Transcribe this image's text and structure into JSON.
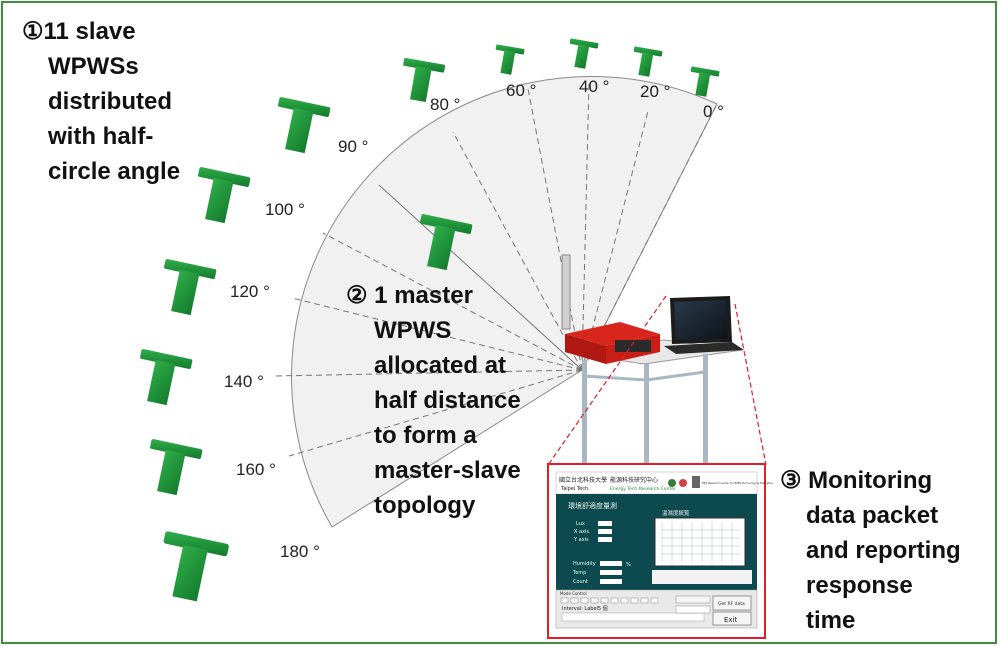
{
  "captions": {
    "slaves": [
      "①11 slave",
      "WPWSs",
      "distributed",
      "with half-",
      "circle angle"
    ],
    "master": [
      "② 1 master",
      "WPWS",
      "allocated at",
      "half distance",
      "to form a",
      "master-slave",
      "topology"
    ],
    "monitor": [
      "③ Monitoring",
      "data packet",
      "and reporting",
      "response",
      "time"
    ]
  },
  "angle_labels": [
    "0 °",
    "20 °",
    "40 °",
    "60 °",
    "80 °",
    "90 °",
    "100 °",
    "120 °",
    "140 °",
    "160 °",
    "180 °"
  ],
  "gui": {
    "logo_line1": "國立台北科技大學",
    "logo_line2": "Taipei Tech.",
    "center_line1": "能源科技研究中心",
    "center_line2": "Energy Tech Research Center",
    "partner_text": "BPS Research Center for BPES Technology & Education",
    "title": "環境舒適度量測",
    "graph_title": "溫濕度統覧",
    "fields": [
      "Lux",
      "X axis",
      "Y axis"
    ],
    "env_fields": [
      "Humidity",
      "Temp",
      "Count"
    ],
    "percent": "%",
    "mode_label": "Mode Control",
    "interval_label": "Interval: Label5 個",
    "get_rf_label": "Get RF data",
    "exit_label": "Exit"
  },
  "colors": {
    "frame": "#3f8f3f",
    "highlight": "#e31e24",
    "gui_bg": "#0d4a4f",
    "sensor_green": "#1e8f3a",
    "wedge_fill": "#f1f1f1"
  }
}
